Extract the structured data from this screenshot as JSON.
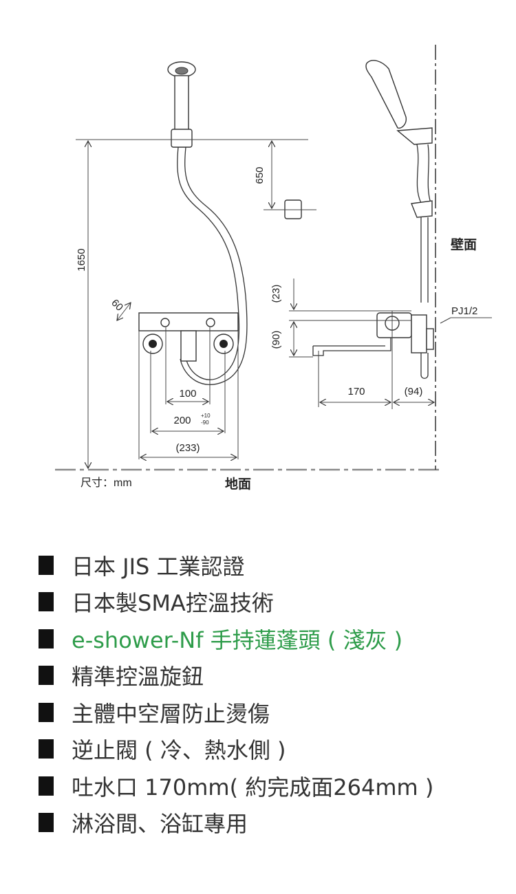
{
  "diagram": {
    "dimensions": {
      "total_height": "1650",
      "bar_to_holder": "650",
      "knob_angle_size": "60",
      "inlet_spacing_inner": "100",
      "inlet_spacing_main": "200",
      "inlet_spacing_tolerance_plus": "+10",
      "inlet_spacing_tolerance_minus": "-90",
      "body_width": "(233)",
      "top_offset": "(23)",
      "spout_drop": "(90)",
      "spout_length": "170",
      "wall_offset": "(94)",
      "pipe_thread": "PJ1/2"
    },
    "labels": {
      "unit": "尺寸：mm",
      "floor": "地面",
      "wall": "壁面"
    }
  },
  "features": [
    {
      "text": "日本 JIS 工業認證",
      "highlight": false
    },
    {
      "text": "日本製SMA控溫技術",
      "highlight": false
    },
    {
      "text": "e-shower-Nf 手持蓮蓬頭 ( 淺灰 )",
      "highlight": true
    },
    {
      "text": "精準控溫旋鈕",
      "highlight": false
    },
    {
      "text": "主體中空層防止燙傷",
      "highlight": false
    },
    {
      "text": "逆止閥 ( 冷、熱水側 )",
      "highlight": false
    },
    {
      "text": "吐水口 170mm( 約完成面264mm )",
      "highlight": false
    },
    {
      "text": "淋浴間、浴缸專用",
      "highlight": false
    }
  ],
  "colors": {
    "highlight": "#2e9c4a",
    "bullet": "#111111",
    "text": "#333333"
  }
}
